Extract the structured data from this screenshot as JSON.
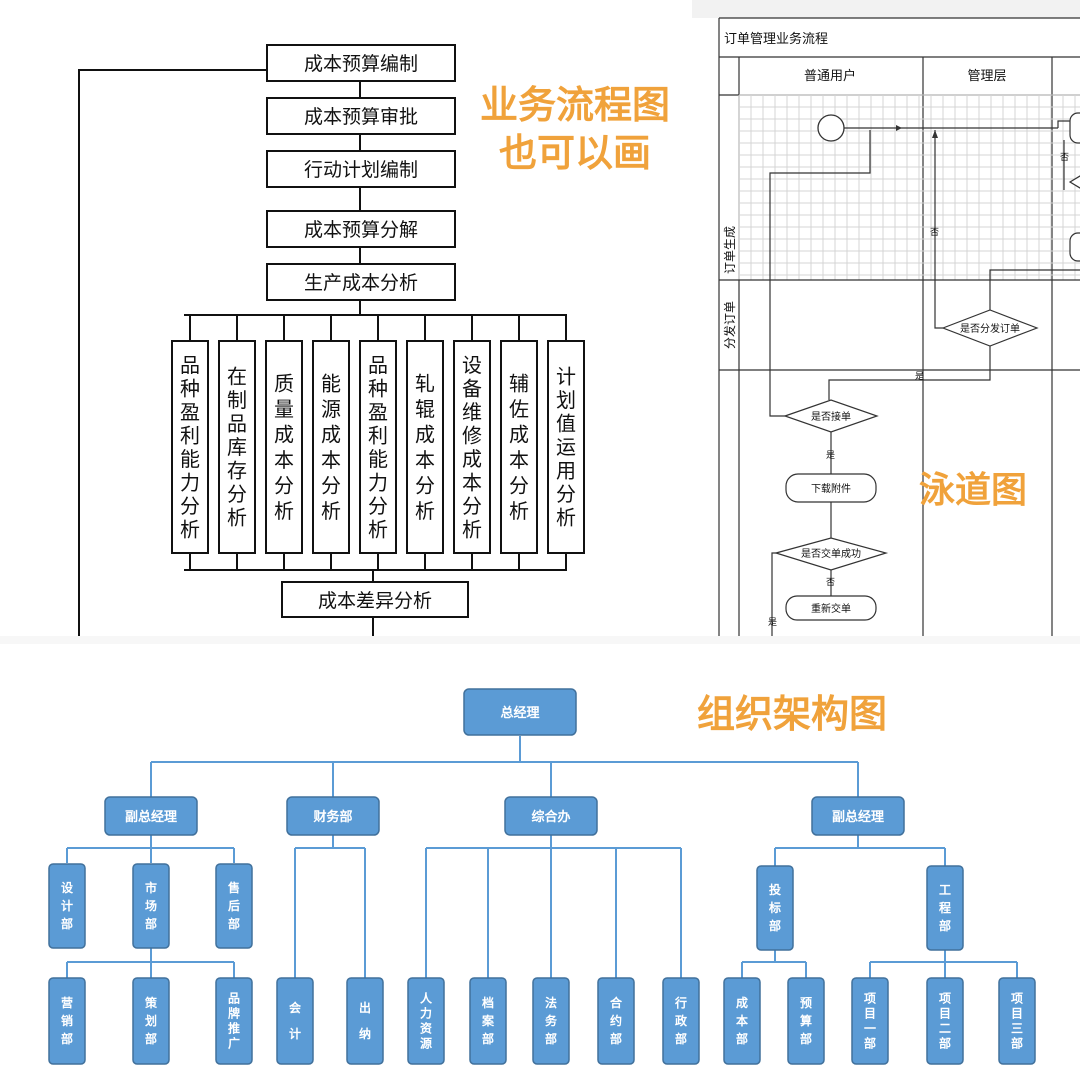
{
  "labels": {
    "business_flow": [
      "业务流程图",
      "也可以画"
    ],
    "swimlane": "泳道图",
    "org_chart": "组织架构图"
  },
  "flowchart": {
    "top_steps": [
      "成本预算编制",
      "成本预算审批",
      "行动计划编制",
      "成本预算分解",
      "生产成本分析"
    ],
    "branches": [
      "品种盈利能力分析",
      "在制品库存分析",
      "质量成本分析",
      "能源成本分析",
      "品种盈利能力分析",
      "轧辊成本分析",
      "设备维修成本分析",
      "辅佐成本分析",
      "计划值运用分析"
    ],
    "bottom_step": "成本差异分析"
  },
  "swimlane_diagram": {
    "title": "订单管理业务流程",
    "columns": [
      "普通用户",
      "管理层"
    ],
    "rows": [
      "订单生成",
      "分发订单"
    ],
    "nodes": {
      "decision_dispatch": "是否分发订单",
      "decision_accept": "是否接单",
      "download": "下载附件",
      "decision_submit": "是否交单成功",
      "resubmit": "重新交单"
    },
    "edge_labels": {
      "no": "否",
      "yes": "是"
    }
  },
  "org": {
    "root": "总经理",
    "level1": [
      "副总经理",
      "财务部",
      "综合办",
      "副总经理"
    ],
    "level2": [
      "设计部",
      "市场部",
      "售后部",
      "投标部",
      "工程部"
    ],
    "level3": [
      "营销部",
      "策划部",
      "品牌推广",
      "会计",
      "出纳",
      "人力资源",
      "档案部",
      "法务部",
      "合约部",
      "行政部",
      "成本部",
      "预算部",
      "项目一部",
      "项目二部",
      "项目三部"
    ]
  },
  "colors": {
    "accent": "#f0a23b",
    "org_box": "#5b9bd5",
    "org_line": "#5b9bd5"
  }
}
